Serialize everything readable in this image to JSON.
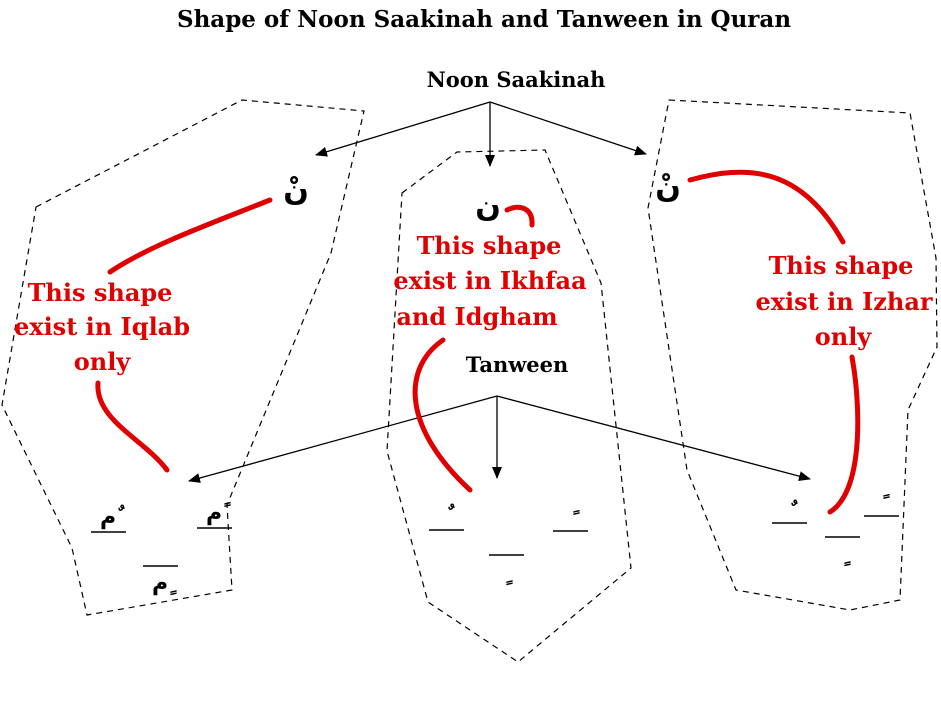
{
  "title": "Shape of Noon Saakinah and Tanween in Quran",
  "labels": {
    "noon_saakinah": "Noon Saakinah",
    "tanween": "Tanween"
  },
  "noon_shapes": {
    "iqlab": "نْ",
    "ikhfaa_idgham": "ن",
    "izhar": "نْ"
  },
  "notes": {
    "iqlab": [
      "This shape",
      "exist in Iqlab",
      "only"
    ],
    "ikhfaa_idgham": [
      "This shape",
      "exist in Ikhfaa",
      "and Idgham"
    ],
    "izhar": [
      "This shape",
      "exist in Izhar",
      "only"
    ]
  },
  "tanween_shapes": {
    "iqlab": [
      "ٌم",
      "ًم",
      "ٍم"
    ],
    "ikhfaa_idgham": [
      "ٌ",
      "ً",
      "ٍ"
    ],
    "izhar": [
      "ٌ",
      "ً",
      "ٍ"
    ]
  },
  "colors": {
    "annotation": "#e00000",
    "ink": "#000000"
  }
}
